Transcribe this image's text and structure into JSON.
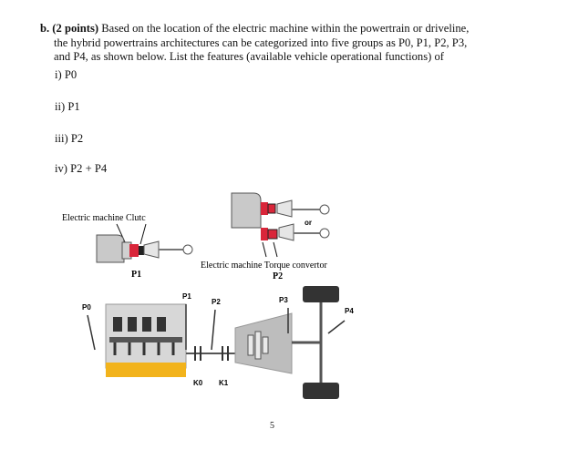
{
  "question": {
    "label": "b. (2 points)",
    "line1": "Based on the location of the electric machine within the powertrain or driveline,",
    "line2": "the hybrid powertrains architectures can be categorized into five groups as P0, P1, P2, P3,",
    "line3": "and P4, as shown below.  List the features (available vehicle operational functions) of",
    "items": [
      "i)  P0",
      "ii)  P1",
      "iii) P2",
      "iv) P2 + P4"
    ]
  },
  "figure": {
    "p1_caption": "Electric machine  Clutc",
    "p1_label": "P1",
    "p2_caption": "Electric machine  Torque convertor",
    "p2_label": "P2",
    "or_text": "or",
    "positions": [
      "P0",
      "P1",
      "P2",
      "P3",
      "P4"
    ],
    "clutches": [
      "K0",
      "K1"
    ]
  },
  "page_number": "5",
  "colors": {
    "engine_yellow": "#f2b31c",
    "machine_red": "#d9263a",
    "housing_gray": "#bdbdbd"
  }
}
